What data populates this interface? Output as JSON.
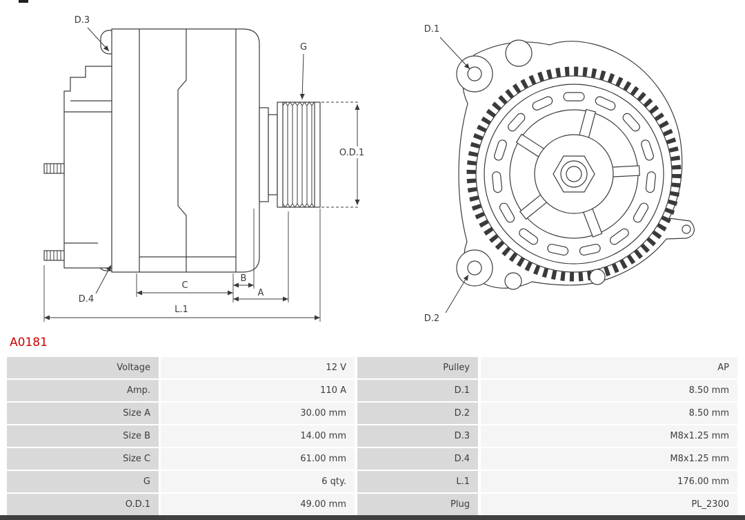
{
  "part_number": "A0181",
  "colors": {
    "part_number_red": "#cc0000",
    "table_label_bg": "#d9d9d9",
    "table_value_bg": "#f5f5f5",
    "line_color": "#3a3a3a"
  },
  "diagram": {
    "side_view_labels": {
      "d3": "D.3",
      "g": "G",
      "od1": "O.D.1",
      "d4": "D.4",
      "dim_c": "C",
      "dim_b": "B",
      "dim_a": "A",
      "dim_l1": "L.1"
    },
    "rear_view_labels": {
      "d1": "D.1",
      "d2": "D.2"
    }
  },
  "table": {
    "rows": [
      {
        "label_left": "Voltage",
        "value_left": "12 V",
        "label_right": "Pulley",
        "value_right": "AP"
      },
      {
        "label_left": "Amp.",
        "value_left": "110 A",
        "label_right": "D.1",
        "value_right": "8.50 mm"
      },
      {
        "label_left": "Size A",
        "value_left": "30.00 mm",
        "label_right": "D.2",
        "value_right": "8.50 mm"
      },
      {
        "label_left": "Size B",
        "value_left": "14.00 mm",
        "label_right": "D.3",
        "value_right": "M8x1.25 mm"
      },
      {
        "label_left": "Size C",
        "value_left": "61.00 mm",
        "label_right": "D.4",
        "value_right": "M8x1.25 mm"
      },
      {
        "label_left": "G",
        "value_left": "6 qty.",
        "label_right": "L.1",
        "value_right": "176.00 mm"
      },
      {
        "label_left": "O.D.1",
        "value_left": "49.00 mm",
        "label_right": "Plug",
        "value_right": "PL_2300"
      }
    ]
  }
}
